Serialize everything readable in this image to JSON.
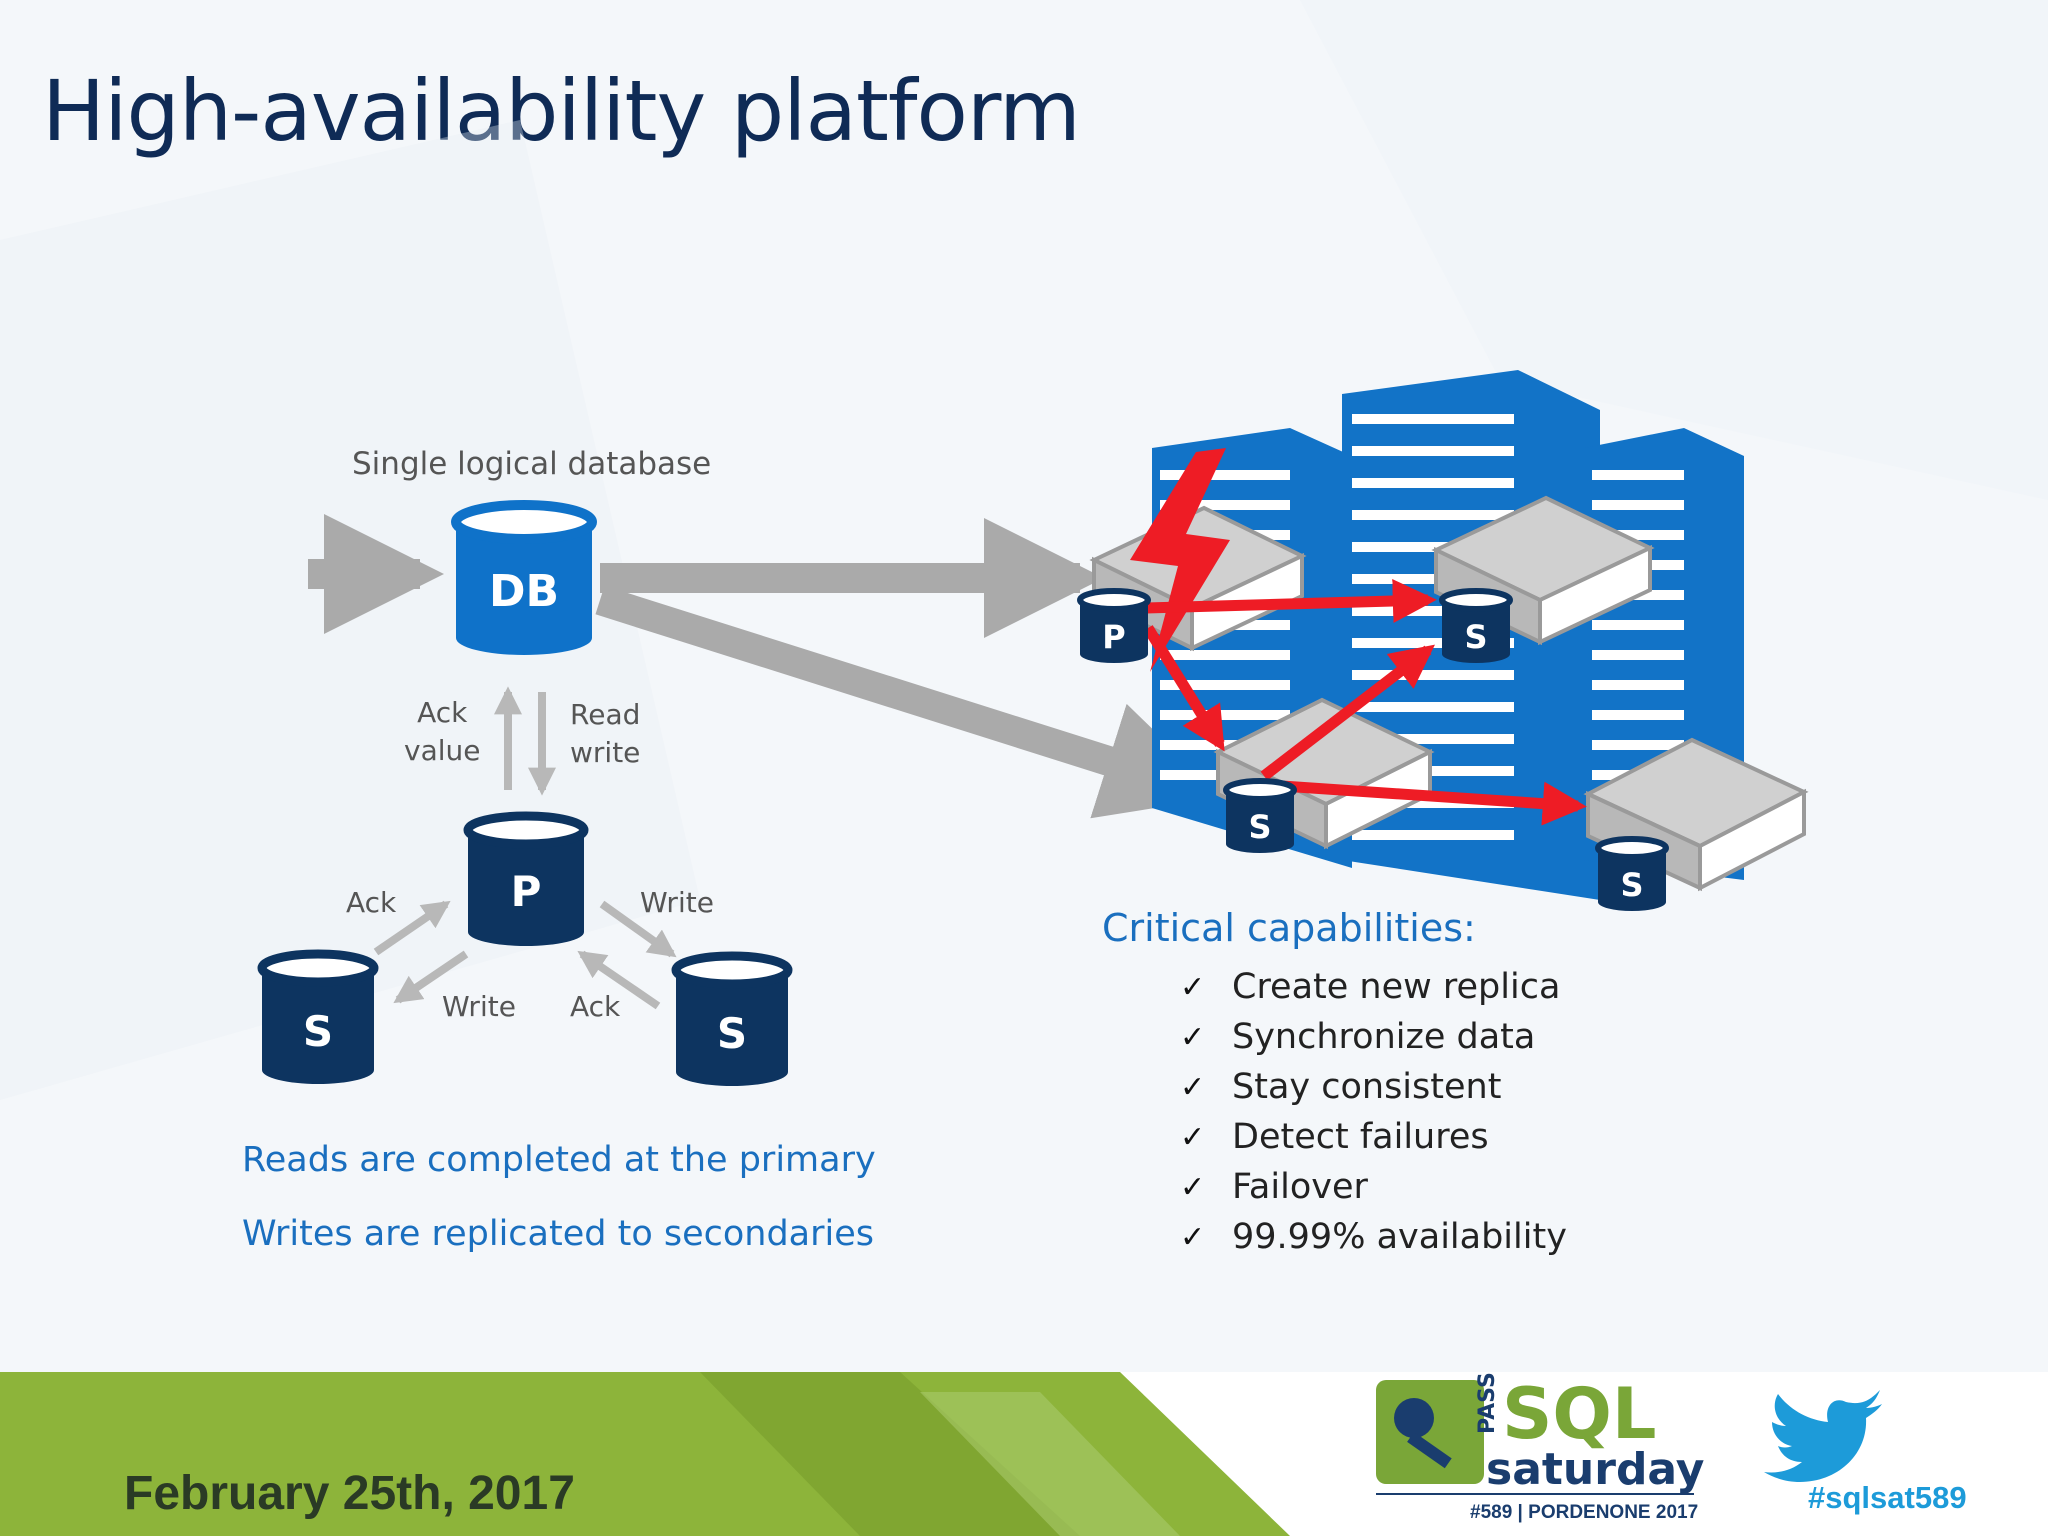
{
  "slide": {
    "title": "High-availability platform"
  },
  "left_diagram": {
    "caption": "Single logical database",
    "db_label": "DB",
    "primary_label": "P",
    "secondary_label": "S",
    "ack_value": [
      "Ack",
      "value"
    ],
    "read_write": [
      "Read",
      "write"
    ],
    "ack_left": "Ack",
    "write_right": "Write",
    "write_left": "Write",
    "ack_right": "Ack",
    "note_reads": "Reads are completed at the primary",
    "note_writes": "Writes are replicated to secondaries"
  },
  "right_diagram": {
    "primary_label": "P",
    "secondary_label": "S",
    "capabilities_title": "Critical capabilities:",
    "check_glyph": "✓",
    "capabilities": [
      "Create new replica",
      "Synchronize data",
      "Stay consistent",
      "Detect failures",
      "Failover",
      "99.99% availability"
    ]
  },
  "footer": {
    "date": "February 25th, 2017",
    "logo": {
      "pass": "PASS",
      "sql": "SQL",
      "saturday": "saturday",
      "sub": "#589 | PORDENONE 2017"
    },
    "hashtag": "#sqlsat589",
    "icons": [
      "sql-saturday-logo",
      "twitter-bird-icon"
    ]
  },
  "colors": {
    "title": "#0f2b56",
    "accent_blue": "#1a6fbf",
    "db_blue": "#0f72c9",
    "db_navy": "#0d3460",
    "arrow_gray": "#aaaaaa",
    "failure_red": "#ee1c25",
    "footer_green": "#8db43a",
    "twitter_blue": "#1d9bd9"
  }
}
